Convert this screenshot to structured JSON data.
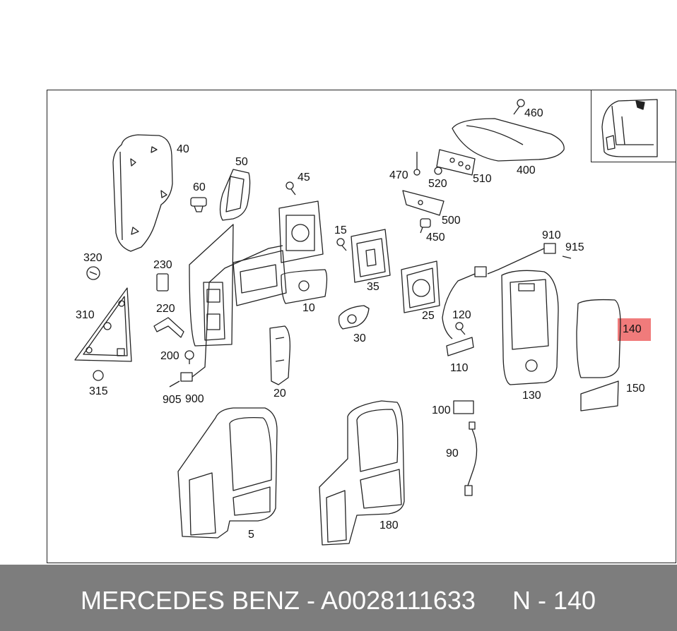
{
  "callouts": [
    {
      "id": "c460",
      "text": "460"
    },
    {
      "id": "c40",
      "text": "40"
    },
    {
      "id": "c50",
      "text": "50"
    },
    {
      "id": "c45",
      "text": "45"
    },
    {
      "id": "c470",
      "text": "470"
    },
    {
      "id": "c510",
      "text": "510"
    },
    {
      "id": "c400",
      "text": "400"
    },
    {
      "id": "c60",
      "text": "60"
    },
    {
      "id": "c520",
      "text": "520"
    },
    {
      "id": "c500",
      "text": "500"
    },
    {
      "id": "c15",
      "text": "15"
    },
    {
      "id": "c450",
      "text": "450"
    },
    {
      "id": "c910",
      "text": "910"
    },
    {
      "id": "c915",
      "text": "915"
    },
    {
      "id": "c320",
      "text": "320"
    },
    {
      "id": "c230",
      "text": "230"
    },
    {
      "id": "c35",
      "text": "35"
    },
    {
      "id": "c10",
      "text": "10"
    },
    {
      "id": "c220",
      "text": "220"
    },
    {
      "id": "c310",
      "text": "310"
    },
    {
      "id": "c25",
      "text": "25"
    },
    {
      "id": "c120",
      "text": "120"
    },
    {
      "id": "c140",
      "text": "140"
    },
    {
      "id": "c30",
      "text": "30"
    },
    {
      "id": "c200",
      "text": "200"
    },
    {
      "id": "c110",
      "text": "110"
    },
    {
      "id": "c315",
      "text": "315"
    },
    {
      "id": "c20",
      "text": "20"
    },
    {
      "id": "c130",
      "text": "130"
    },
    {
      "id": "c150",
      "text": "150"
    },
    {
      "id": "c905",
      "text": "905"
    },
    {
      "id": "c900",
      "text": "900"
    },
    {
      "id": "c100",
      "text": "100"
    },
    {
      "id": "c90",
      "text": "90"
    },
    {
      "id": "c180",
      "text": "180"
    },
    {
      "id": "c5",
      "text": "5"
    }
  ],
  "highlighted_part": "140",
  "footer": {
    "brand_part": "MERCEDES BENZ - A0028111633",
    "ref": "N - 140"
  },
  "colors": {
    "highlight": "#f07b7b",
    "footer_bg": "#7d7d7d",
    "footer_text": "#ffffff",
    "line": "#222222"
  }
}
